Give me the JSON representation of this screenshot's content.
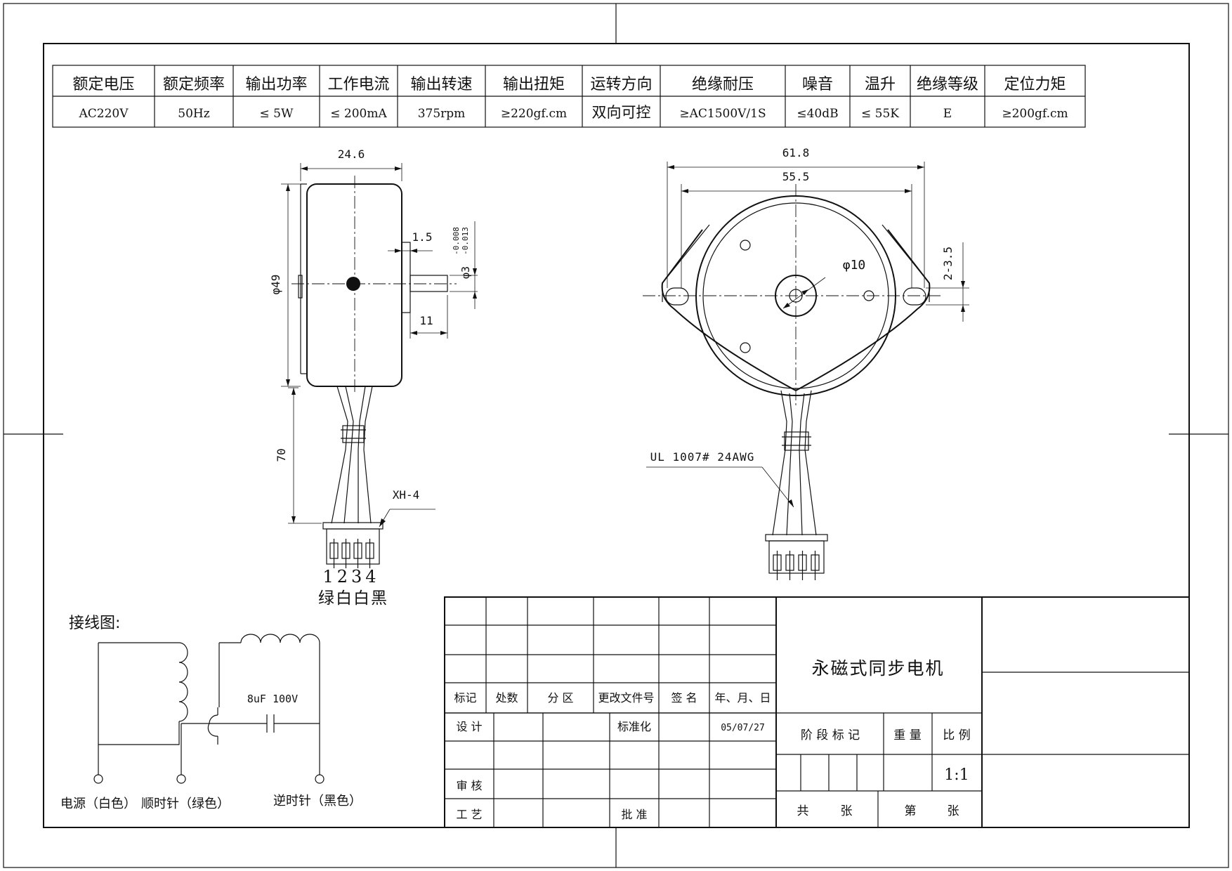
{
  "spec_table": {
    "headers": [
      "额定电压",
      "额定频率",
      "输出功率",
      "工作电流",
      "输出转速",
      "输出扭矩",
      "运转方向",
      "绝缘耐压",
      "噪音",
      "温升",
      "绝缘等级",
      "定位力矩"
    ],
    "values": [
      "AC220V",
      "50Hz",
      "≤ 5W",
      "≤ 200mA",
      "375rpm",
      "≥220gf.cm",
      "双向可控",
      "≥AC1500V/1S",
      "≤40dB",
      "≤ 55K",
      "E",
      "≥200gf.cm"
    ]
  },
  "side_view": {
    "dim_width": "24.6",
    "dim_diameter": "φ49",
    "dim_step": "1.5",
    "dim_shaft_len": "11",
    "dim_shaft_dia": "φ3",
    "dim_shaft_tol_upper": "-0.008",
    "dim_shaft_tol_lower": "-0.013",
    "dim_lead_len": "70",
    "connector_label": "XH-4",
    "pin_numbers": "1234",
    "pin_colors": "绿白白黑"
  },
  "front_view": {
    "dim_total_width": "61.8",
    "dim_hole_spacing": "55.5",
    "dim_hub": "φ10",
    "dim_slot": "2-3.5",
    "wire_label": "UL 1007# 24AWG"
  },
  "wiring": {
    "title": "接线图:",
    "capacitor": "8uF 100V",
    "terminal_power": "电源（白色）",
    "terminal_cw": "顺时针（绿色）",
    "terminal_ccw": "逆时针（黑色）"
  },
  "title_block": {
    "product_name": "永磁式同步电机",
    "rev_headers": [
      "标记",
      "处数",
      "分 区",
      "更改文件号",
      "签 名",
      "年、月、日"
    ],
    "design": "设 计",
    "standardization": "标准化",
    "date": "05/07/27",
    "review": "审 核",
    "process": "工 艺",
    "approve": "批 准",
    "stage_mark": "阶 段 标 记",
    "weight": "重 量",
    "scale_label": "比 例",
    "scale": "1:1",
    "total_sheets_a": "共",
    "total_sheets_b": "张",
    "sheet_no_a": "第",
    "sheet_no_b": "张"
  }
}
